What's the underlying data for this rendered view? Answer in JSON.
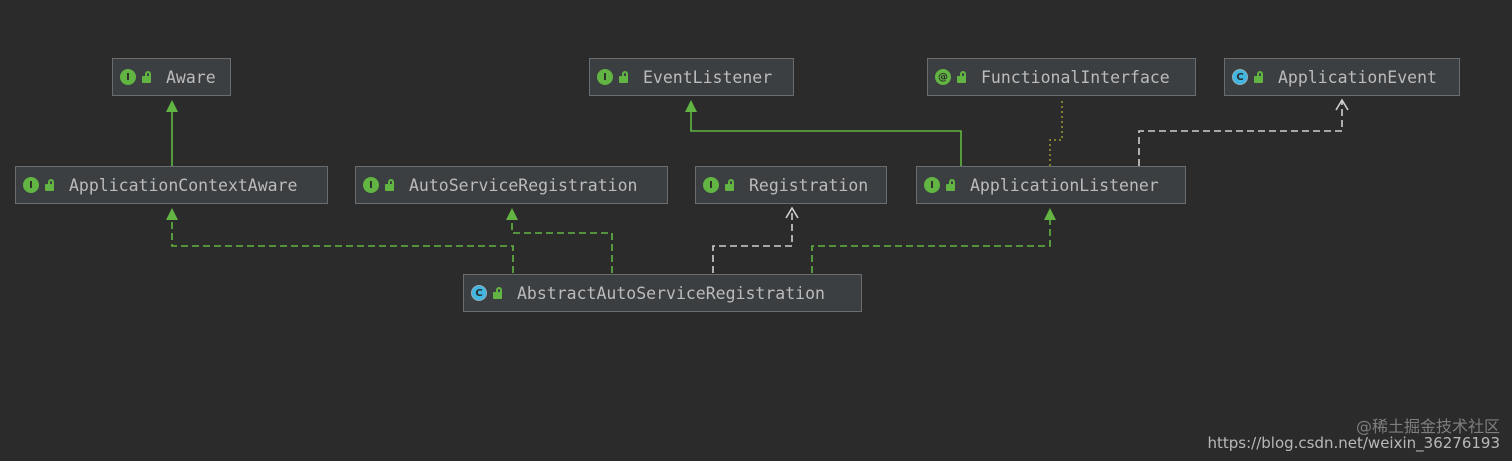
{
  "diagram": {
    "nodes": [
      {
        "id": "aware",
        "kind_glyph": "I",
        "label": "Aware"
      },
      {
        "id": "eventlistener",
        "kind_glyph": "I",
        "label": "EventListener"
      },
      {
        "id": "functionalinterface",
        "kind_glyph": "@",
        "label": "FunctionalInterface"
      },
      {
        "id": "applicationevent",
        "kind_glyph": "C",
        "label": "ApplicationEvent"
      },
      {
        "id": "applicationcontextaware",
        "kind_glyph": "I",
        "label": "ApplicationContextAware"
      },
      {
        "id": "autoserviceregistration",
        "kind_glyph": "I",
        "label": "AutoServiceRegistration"
      },
      {
        "id": "registration",
        "kind_glyph": "I",
        "label": "Registration"
      },
      {
        "id": "applicationlistener",
        "kind_glyph": "I",
        "label": "ApplicationListener"
      },
      {
        "id": "abstractautoserviceregistration",
        "kind_glyph": "C",
        "label": "AbstractAutoServiceRegistration"
      }
    ],
    "colors": {
      "background": "#2b2b2b",
      "node_fill": "#3c3f41",
      "node_border": "#6a6d70",
      "extends_edge": "#62b543",
      "implements_edge": "#62b543",
      "generic_edge": "#d0d0d0",
      "annotation_edge": "#8a8a2a"
    }
  },
  "watermark": {
    "line1": "@稀土掘金技术社区",
    "line2": "https://blog.csdn.net/weixin_36276193"
  }
}
